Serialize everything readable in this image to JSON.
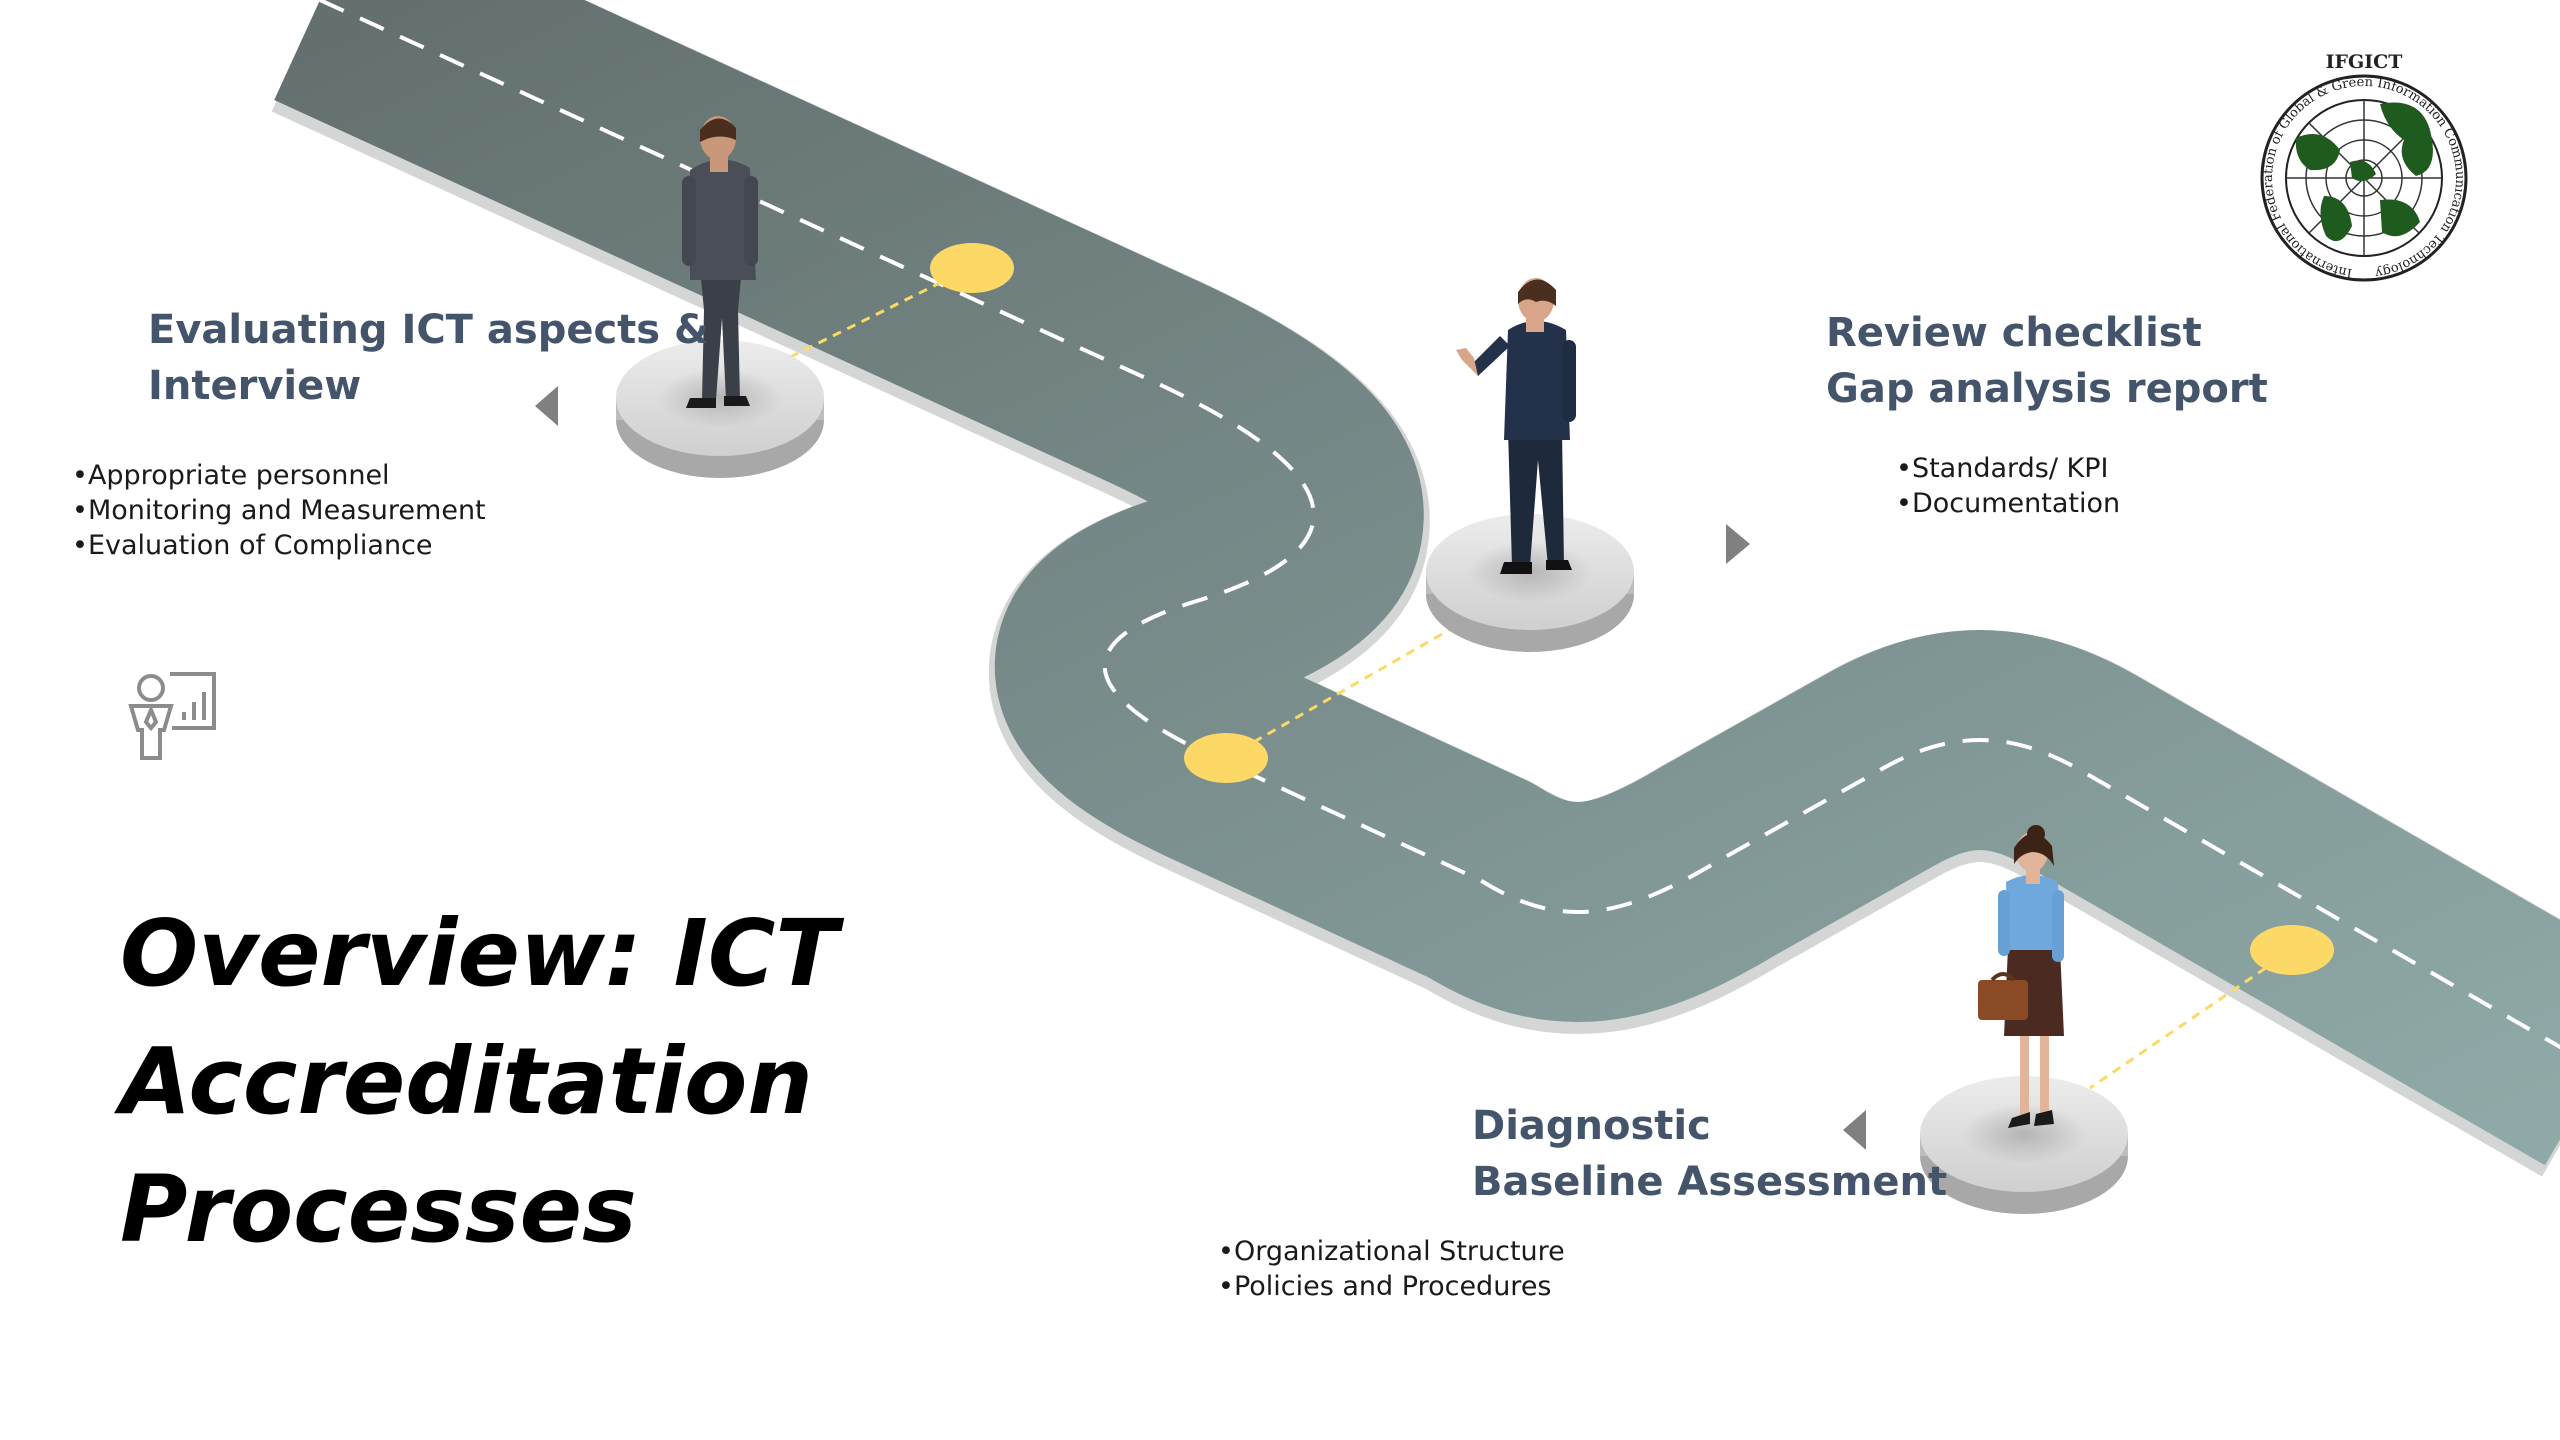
{
  "steps": [
    {
      "heading_lines": [
        "Evaluating ICT aspects &",
        "Interview"
      ],
      "bullets": [
        "Appropriate personnel",
        "Monitoring and Measurement",
        "Evaluation of Compliance"
      ]
    },
    {
      "heading_lines": [
        "Review checklist",
        "Gap analysis report"
      ],
      "bullets": [
        "Standards/ KPI",
        "Documentation"
      ]
    },
    {
      "heading_lines": [
        "Diagnostic",
        "Baseline Assessment"
      ],
      "bullets": [
        "Organizational Structure",
        "Policies and Procedures"
      ]
    }
  ],
  "title_lines": [
    "Overview: ICT",
    "Accreditation",
    "Processes"
  ],
  "logo": {
    "acronym": "IFGICT",
    "ring_text": "International Federation of Global & Green Information Communication Technology"
  },
  "icons": {
    "presenter": "presenter-chart-icon",
    "arrow_left": "triangle-left-icon",
    "arrow_right": "triangle-right-icon"
  },
  "colors": {
    "heading": "#44546a",
    "road_dark": "#636f6e",
    "road_light": "#8ea9a7",
    "marker": "#fcd967",
    "platform": "#d9d9d9",
    "logo_green": "#1f5a1f"
  }
}
